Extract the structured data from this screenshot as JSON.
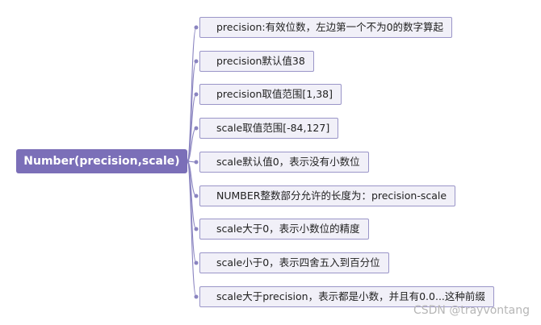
{
  "root": {
    "label": "Number(precision,scale)"
  },
  "children": [
    {
      "label": "precision:有效位数，左边第一个不为0的数字算起"
    },
    {
      "label": "precision默认值38"
    },
    {
      "label": "precision取值范围[1,38]"
    },
    {
      "label": "scale取值范围[-84,127]"
    },
    {
      "label": "scale默认值0，表示没有小数位"
    },
    {
      "label": "NUMBER整数部分允许的长度为：precision-scale"
    },
    {
      "label": "scale大于0，表示小数位的精度"
    },
    {
      "label": "scale小于0，表示四舍五入到百分位"
    },
    {
      "label": "scale大于precision，表示都是小数，并且有0.0...这种前缀"
    }
  ],
  "watermark": "CSDN @trayvontang",
  "colors": {
    "root_fill": "#7b6fb8",
    "root_text": "#ffffff",
    "node_fill": "#f1f0f8",
    "node_border": "#9a95c8",
    "connector": "#8a84c0"
  }
}
